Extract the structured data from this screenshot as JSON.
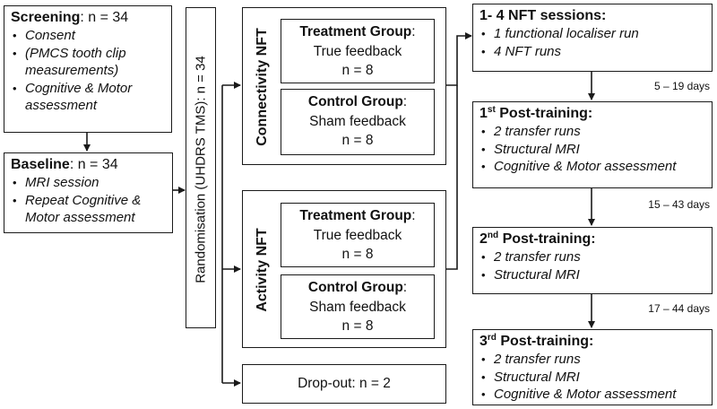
{
  "screening": {
    "heading": "Screening",
    "count": ": n = 34",
    "items": [
      "Consent",
      "(PMCS tooth clip",
      "measurements)",
      "Cognitive & Motor",
      "assessment"
    ]
  },
  "baseline": {
    "heading": "Baseline",
    "count": ": n = 34",
    "items": [
      "MRI session",
      "Repeat Cognitive &",
      "Motor assessment"
    ]
  },
  "randomisation": {
    "label": "Randomisation (UHDRS TMS): n = 34"
  },
  "connectivity": {
    "label": "Connectivity NFT",
    "treatment": {
      "title": "Treatment Group",
      "colon": ":",
      "feedback": "True feedback",
      "n": "n = 8"
    },
    "control": {
      "title": "Control Group",
      "colon": ":",
      "feedback": "Sham feedback",
      "n": "n = 8"
    }
  },
  "activity": {
    "label": "Activity NFT",
    "treatment": {
      "title": "Treatment Group",
      "colon": ":",
      "feedback": "True feedback",
      "n": "n = 8"
    },
    "control": {
      "title": "Control Group",
      "colon": ":",
      "feedback": "Sham feedback",
      "n": "n = 8"
    }
  },
  "dropout": {
    "label": "Drop-out: n = 2"
  },
  "nft_sessions": {
    "heading": "1- 4 NFT sessions:",
    "items": [
      "1 functional localiser run",
      "4 NFT runs"
    ]
  },
  "gaps": [
    "5 – 19 days",
    "15 – 43 days",
    "17 – 44 days"
  ],
  "post1": {
    "ordinal": "1",
    "suffix": "st",
    "heading": " Post-training:",
    "items": [
      "2 transfer runs",
      "Structural MRI",
      "Cognitive & Motor assessment"
    ]
  },
  "post2": {
    "ordinal": "2",
    "suffix": "nd",
    "heading": " Post-training:",
    "items": [
      "2 transfer runs",
      "Structural MRI"
    ]
  },
  "post3": {
    "ordinal": "3",
    "suffix": "rd",
    "heading": " Post-training:",
    "items": [
      "2 transfer runs",
      "Structural MRI",
      "Cognitive & Motor assessment"
    ]
  }
}
